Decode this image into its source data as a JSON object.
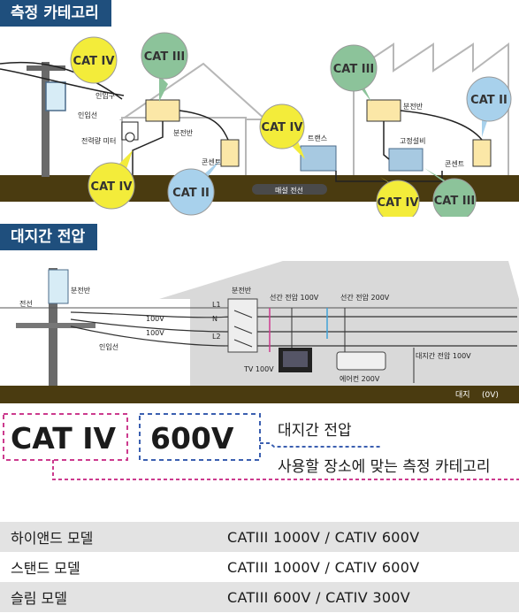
{
  "section1": {
    "title": "측정 카테고리"
  },
  "section2": {
    "title": "대지간 전압"
  },
  "diagram1": {
    "labels": {
      "cat4": "CAT IV",
      "cat3": "CAT III",
      "cat2": "CAT II",
      "inlet": "인입구",
      "inline": "인입선",
      "meter": "전력량 미터",
      "panel": "분전반",
      "outlet": "콘센트",
      "trans": "트랜스",
      "fixed": "고정설비",
      "buried": "매설 전선"
    }
  },
  "diagram2": {
    "labels": {
      "wire": "전선",
      "panel": "분전반",
      "inline": "인입선",
      "l1": "L1",
      "n": "N",
      "l2": "L2",
      "v100": "100V",
      "line_voltage_100": "선간 전압 100V",
      "line_voltage_200": "선간 전압 200V",
      "ground_voltage": "대지간 전압 100V",
      "tv": "TV 100V",
      "aircon": "에어컨 200V",
      "earth": "대지",
      "earth_v": "(0V)"
    }
  },
  "legend": {
    "cat": "CAT IV",
    "volt": "600V",
    "ground_label": "대지간 전압",
    "category_label": "사용할 장소에 맞는 측정 카테고리"
  },
  "table": {
    "rows": [
      {
        "model": "하이앤드 모델",
        "spec": "CATIII 1000V   /  CATIV 600V",
        "shaded": true
      },
      {
        "model": "스탠드 모델",
        "spec": "CATIII 1000V   /  CATIV 600V",
        "shaded": false
      },
      {
        "model": "슬림 모델",
        "spec": "CATIII 600V     /  CATIV 300V",
        "shaded": true
      }
    ]
  },
  "colors": {
    "header": "#1f4f7d",
    "yellow": "#f3ec3a",
    "green": "#8cc39a",
    "blue": "#a8d1ec",
    "ground": "#4a3b10",
    "magenta": "#cc3b8e",
    "navy": "#3b5fb0"
  }
}
